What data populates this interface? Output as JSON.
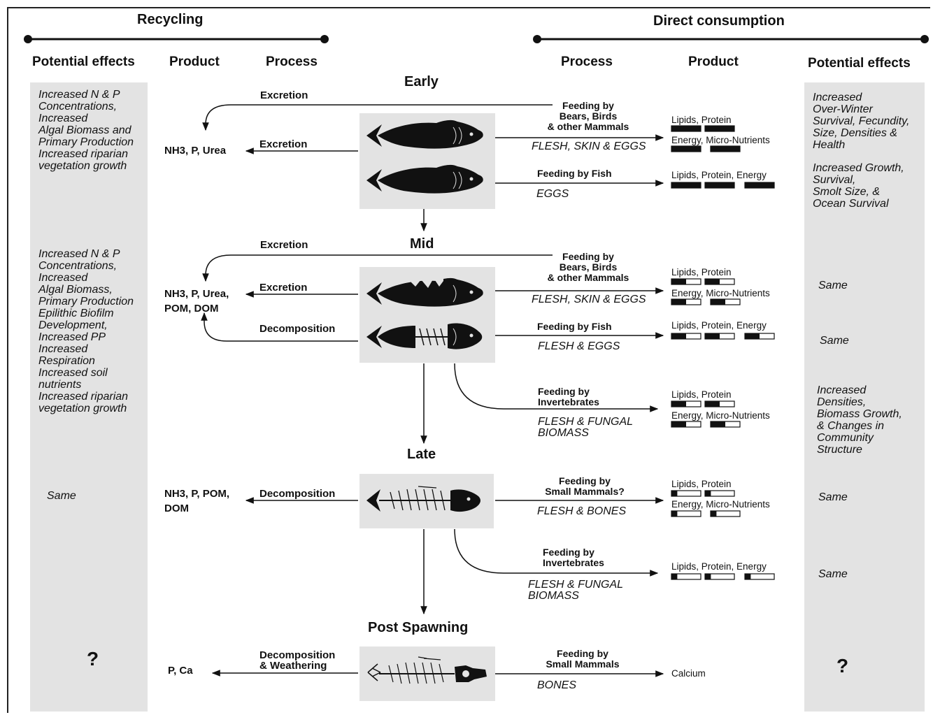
{
  "header": {
    "recycling": "Recycling",
    "direct": "Direct consumption"
  },
  "columns": {
    "left_effects": "Potential effects",
    "left_product": "Product",
    "left_process": "Process",
    "right_process": "Process",
    "right_product": "Product",
    "right_effects": "Potential effects"
  },
  "stages": {
    "early": "Early",
    "mid": "Mid",
    "late": "Late",
    "post": "Post Spawning"
  },
  "left_effects": {
    "early": [
      "Increased N & P",
      "Concentrations,",
      "Increased",
      "Algal Biomass and",
      "Primary Production",
      "Increased riparian",
      "vegetation growth"
    ],
    "mid": [
      "Increased N & P",
      "Concentrations,",
      "Increased",
      "Algal Biomass,",
      "Primary Production",
      "Epilithic Biofilm",
      "Development,",
      "Increased PP",
      "Increased",
      "Respiration",
      "Increased soil",
      "nutrients",
      "Increased riparian",
      "vegetation growth"
    ],
    "late": "Same",
    "post": "?"
  },
  "left_process": {
    "early_top": "Excretion",
    "early_mid": "Excretion",
    "mid_top": "Excretion",
    "mid_mid": "Excretion",
    "mid_decomp": "Decomposition",
    "late": "Decomposition",
    "post_1": "Decomposition",
    "post_2": "& Weathering"
  },
  "left_product": {
    "early": "NH3, P, Urea",
    "mid_1": "NH3, P, Urea,",
    "mid_2": "POM, DOM",
    "late_1": "NH3, P, POM,",
    "late_2": "DOM",
    "post": "P, Ca"
  },
  "right_process": {
    "early_a": [
      "Feeding by",
      "Bears, Birds",
      "& other Mammals"
    ],
    "early_a_part": "FLESH, SKIN & EGGS",
    "early_b": "Feeding by Fish",
    "early_b_part": "EGGS",
    "mid_a": [
      "Feeding by",
      "Bears, Birds",
      "& other Mammals"
    ],
    "mid_a_part": "FLESH, SKIN & EGGS",
    "mid_b": "Feeding by Fish",
    "mid_b_part": "FLESH & EGGS",
    "mid_c": [
      "Feeding by",
      "Invertebrates"
    ],
    "mid_c_part": [
      "FLESH & FUNGAL",
      "BIOMASS"
    ],
    "late_a": [
      "Feeding by",
      "Small Mammals?"
    ],
    "late_a_part": "FLESH & BONES",
    "late_b": [
      "Feeding by",
      "Invertebrates"
    ],
    "late_b_part": [
      "FLESH & FUNGAL",
      "BIOMASS"
    ],
    "post_a": [
      "Feeding by",
      "Small Mammals"
    ],
    "post_a_part": "BONES"
  },
  "nutrient_labels": {
    "lp": "Lipids, Protein",
    "em": "Energy, Micro-Nutrients",
    "lpe": "Lipids, Protein, Energy",
    "calcium": "Calcium"
  },
  "nutrient_levels": {
    "early_a": {
      "lipids": 1.0,
      "protein": 1.0,
      "energy": 1.0,
      "micro_nutrients": 1.0
    },
    "early_b": {
      "lipids": 1.0,
      "protein": 1.0,
      "energy": 1.0
    },
    "mid_a": {
      "lipids": 0.5,
      "protein": 0.5,
      "energy": 0.5,
      "micro_nutrients": 0.5
    },
    "mid_b": {
      "lipids": 0.5,
      "protein": 0.5,
      "energy": 0.5
    },
    "mid_c": {
      "lipids": 0.5,
      "protein": 0.5,
      "energy": 0.5,
      "micro_nutrients": 0.5
    },
    "late_a": {
      "lipids": 0.2,
      "protein": 0.2,
      "energy": 0.2,
      "micro_nutrients": 0.2
    },
    "late_b": {
      "lipids": 0.2,
      "protein": 0.2,
      "energy": 0.2
    }
  },
  "right_effects": {
    "early_a": [
      "Increased",
      "Over-Winter",
      "Survival, Fecundity,",
      "Size, Densities &",
      "Health"
    ],
    "early_b": [
      "Increased Growth,",
      "Survival,",
      "Smolt Size, &",
      "Ocean Survival"
    ],
    "mid_a": "Same",
    "mid_b": "Same",
    "mid_c": [
      "Increased",
      "Densities,",
      "Biomass Growth,",
      "& Changes in",
      "Community",
      "Structure"
    ],
    "late_a": "Same",
    "late_b": "Same",
    "post": "?"
  },
  "icons": {
    "fish_whole": "salmon-silhouette-icon",
    "fish_damaged": "salmon-partly-eaten-icon",
    "fish_skeleton": "salmon-skeleton-icon",
    "fish_bones": "salmon-bones-icon"
  },
  "colors": {
    "panel_grey": "#e3e3e3",
    "ink": "#111111"
  }
}
